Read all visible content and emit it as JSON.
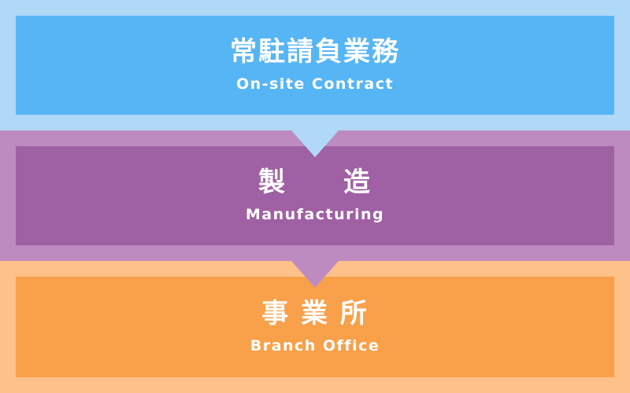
{
  "sections": [
    {
      "title": "常駐請負業務",
      "subtitle": "On-site Contract",
      "color": "#56b5f5",
      "band_color": "#afd9f6"
    },
    {
      "title": "製　　造",
      "subtitle": "Manufacturing",
      "color": "#a060a4",
      "band_color": "#bd8bc0"
    },
    {
      "title": "事 業 所",
      "subtitle": "Branch Office",
      "color": "#f8a04a",
      "band_color": "#fdc189"
    }
  ]
}
